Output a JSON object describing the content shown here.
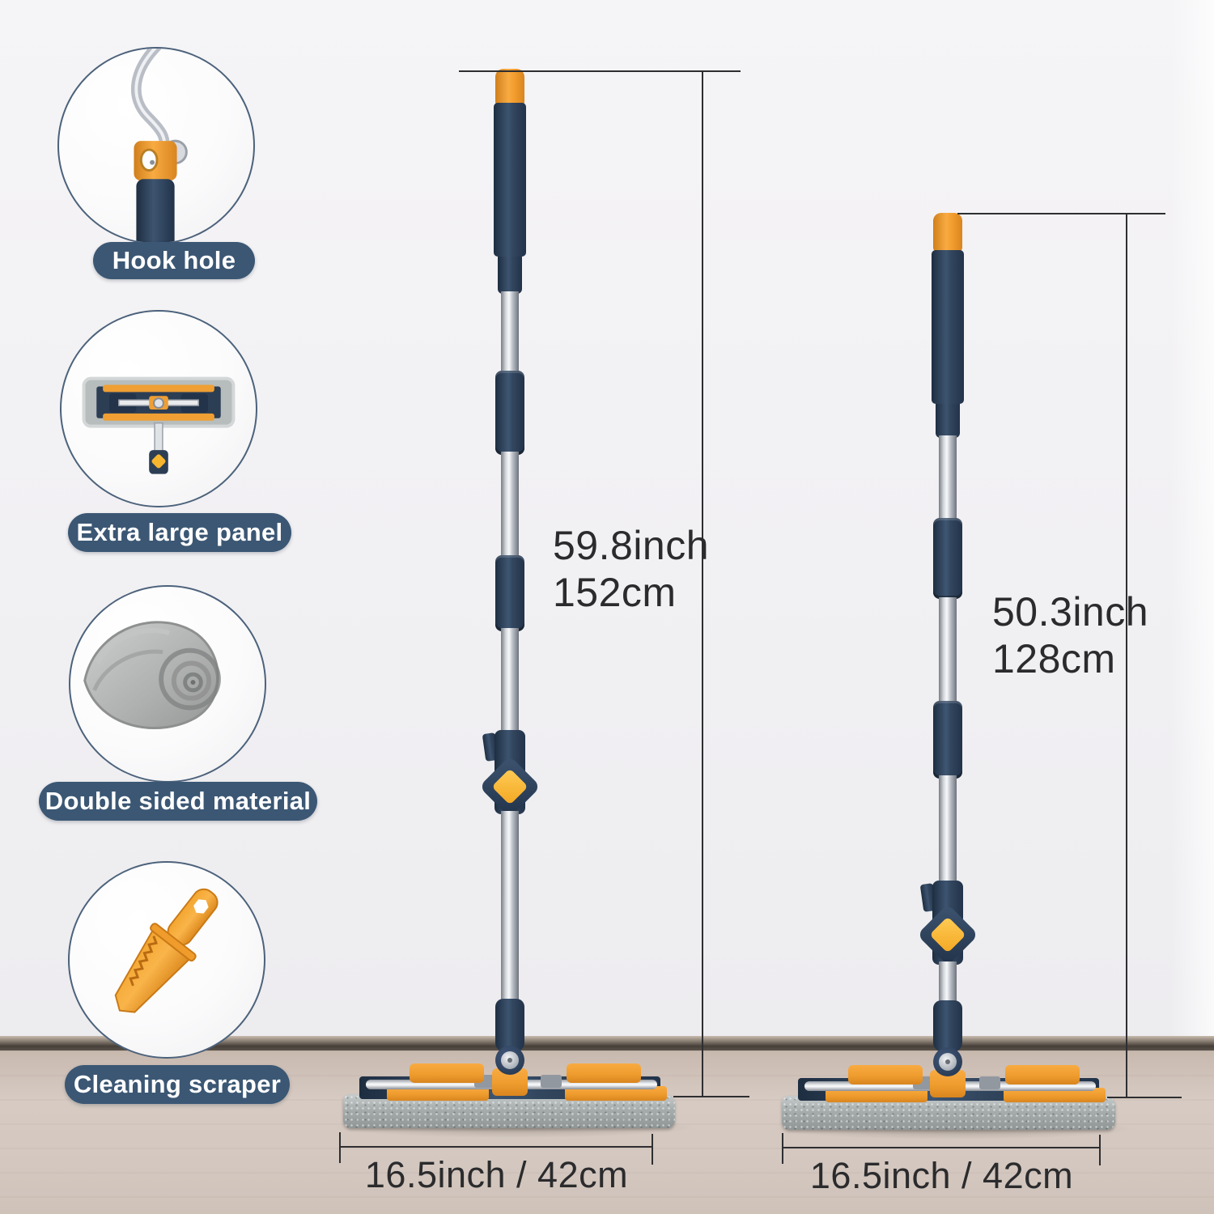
{
  "callouts": [
    {
      "label": "Hook hole"
    },
    {
      "label": "Extra large panel"
    },
    {
      "label": "Double sided material"
    },
    {
      "label": "Cleaning scraper"
    }
  ],
  "dimensions": {
    "tall": {
      "inch": "59.8inch",
      "cm": "152cm",
      "width": "16.5inch / 42cm"
    },
    "short": {
      "inch": "50.3inch",
      "cm": "128cm",
      "width": "16.5inch / 42cm"
    }
  },
  "colors": {
    "navy": "#2f4257",
    "orange": "#f0a136",
    "diamond_yellow": "#f6b52e",
    "pill_bg": "#3b5774",
    "dimension_line": "#2e2e30",
    "pad_gray": "#a7adad",
    "wall": "#f1f0f3",
    "floor": "#d3c6bd"
  }
}
